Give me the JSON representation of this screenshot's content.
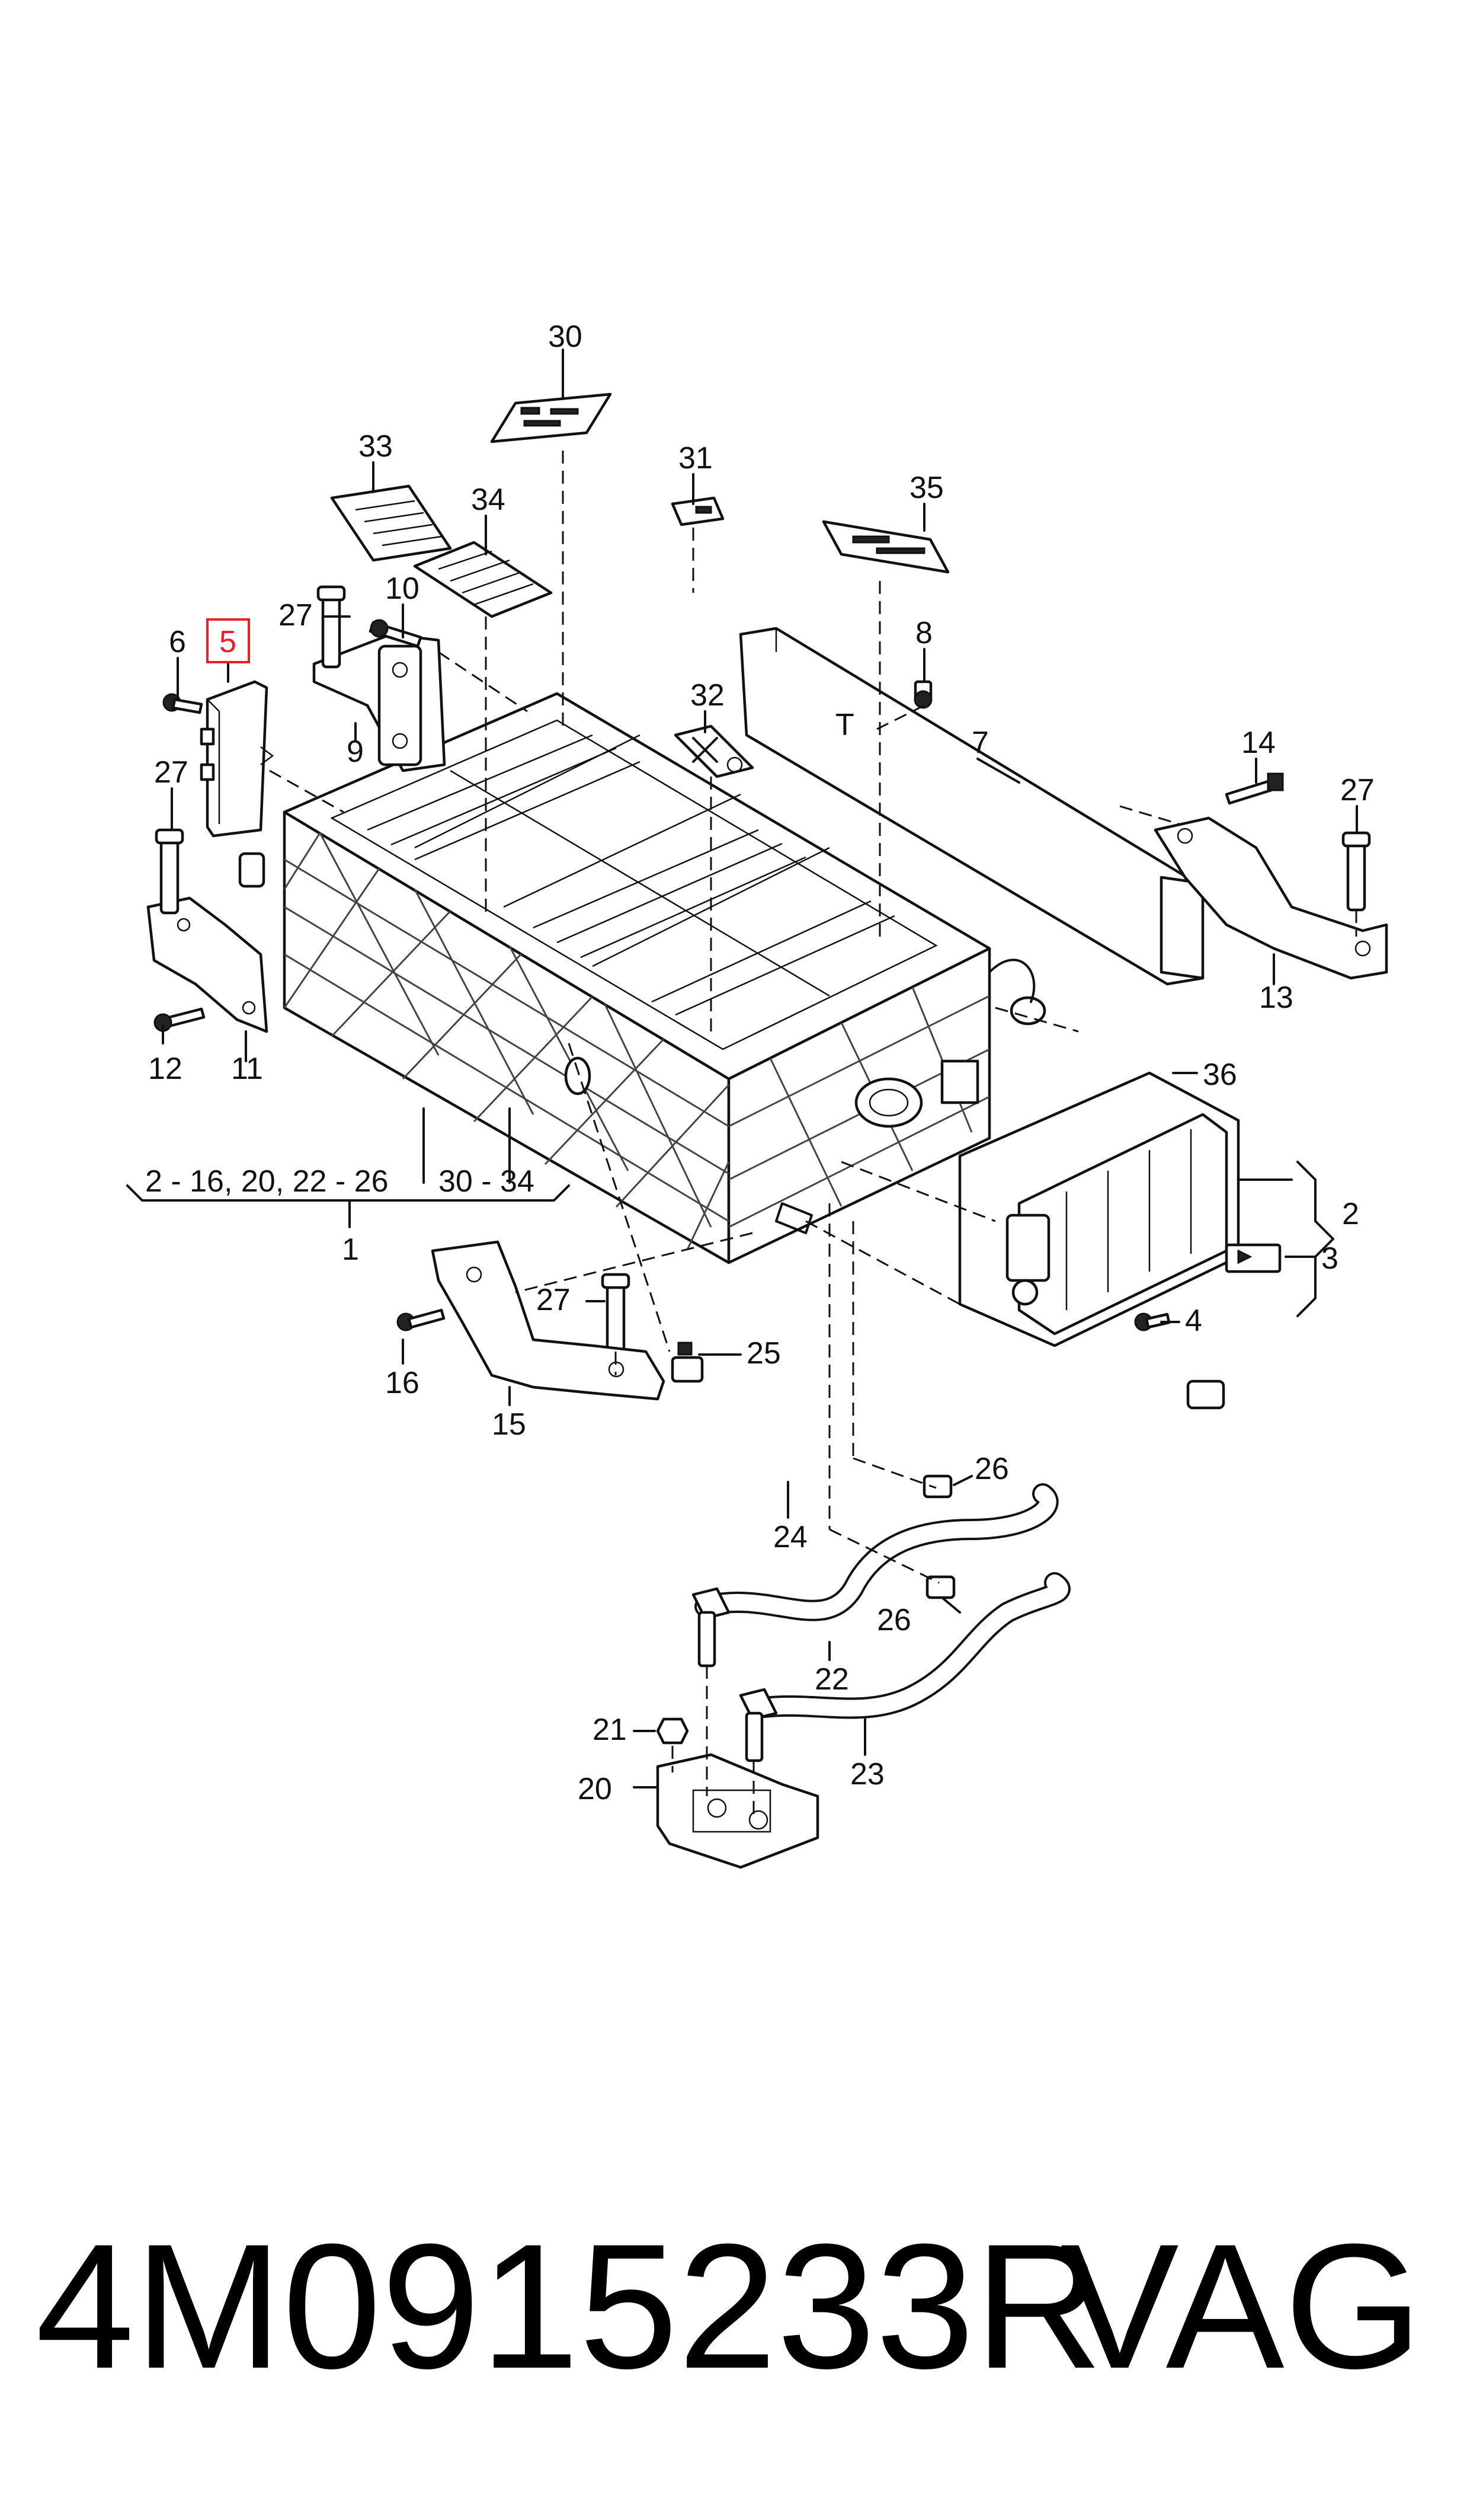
{
  "callouts": {
    "c1": "1",
    "c2": "2",
    "c3": "3",
    "c4": "4",
    "c5": "5",
    "c6": "6",
    "c7": "7",
    "c8": "8",
    "c9": "9",
    "c10": "10",
    "c11": "11",
    "c12": "12",
    "c13": "13",
    "c14": "14",
    "c15": "15",
    "c16": "16",
    "c20": "20",
    "c21": "21",
    "c22": "22",
    "c23": "23",
    "c24": "24",
    "c25": "25",
    "c26": "26",
    "c27": "27",
    "c30": "30",
    "c31": "31",
    "c32": "32",
    "c33": "33",
    "c34": "34",
    "c35": "35",
    "c36": "36"
  },
  "range_labels": {
    "left": "2 - 16, 20, 22 - 26",
    "right": "30 - 34"
  },
  "highlight_color": "#ee1c25",
  "footer": {
    "part_number": "4M0915233R",
    "brand": "VAG"
  }
}
